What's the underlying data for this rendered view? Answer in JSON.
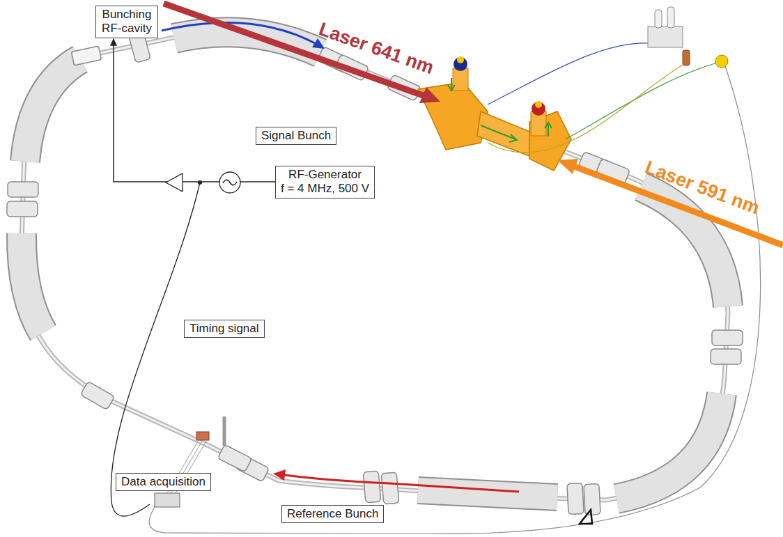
{
  "diagram": {
    "nodes": [
      {
        "text": [
          "Bunching RF-cavity"
        ]
      },
      {
        "text": [
          "Signal Bunch"
        ]
      },
      {
        "text": [
          "RF-Generator",
          "f = 4 MHz, 500 V"
        ]
      },
      {
        "text": [
          "Timing signal"
        ]
      },
      {
        "text": [
          "Data acquisition"
        ]
      },
      {
        "text": [
          "Reference Bunch"
        ]
      }
    ],
    "edges": [
      {
        "from": 2,
        "to": 0,
        "arrow": "to"
      }
    ],
    "labels": [
      "Laser 641 nm",
      "Laser 591 nm"
    ]
  }
}
